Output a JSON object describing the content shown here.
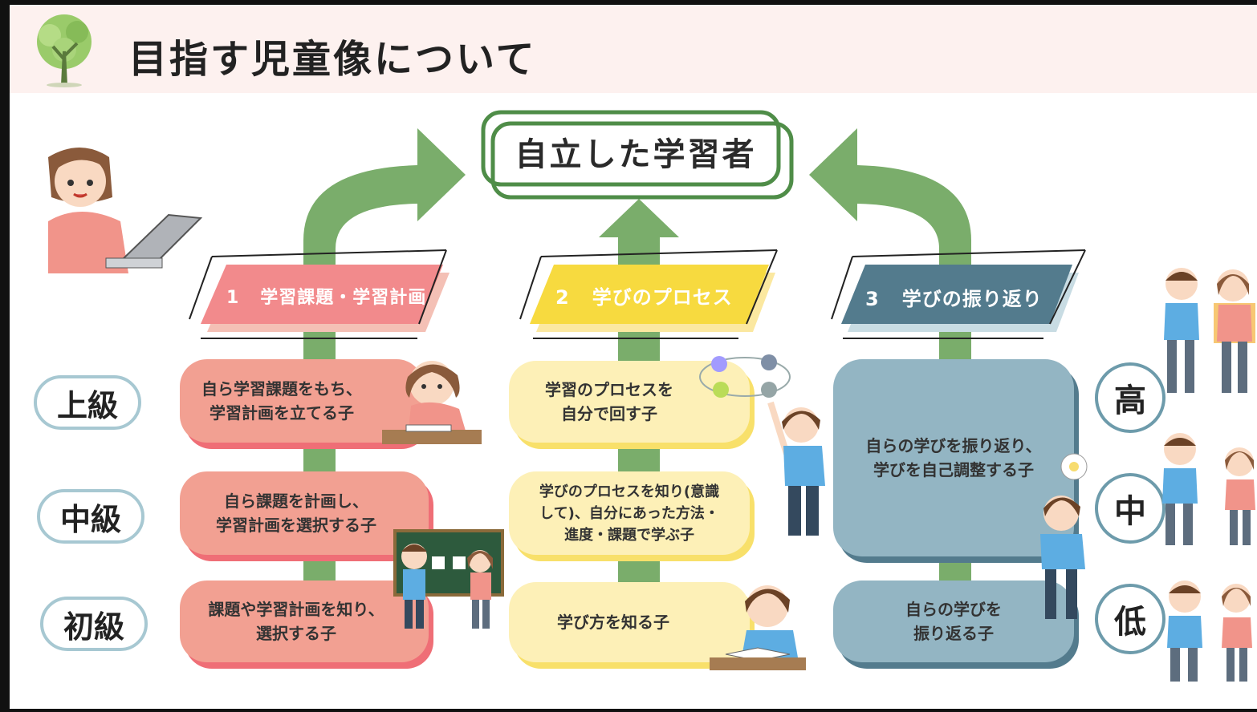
{
  "header": {
    "title": "目指す児童像について"
  },
  "goal": {
    "label": "自立した学習者"
  },
  "pillars": [
    {
      "number": "1",
      "title": "学習課題・学習計画"
    },
    {
      "number": "2",
      "title": "学びのプロセス"
    },
    {
      "number": "3",
      "title": "学びの振り返り"
    }
  ],
  "levels": [
    "上級",
    "中級",
    "初級"
  ],
  "grades": [
    "高",
    "中",
    "低"
  ],
  "cards": {
    "planning": {
      "advanced": "自ら学習課題をもち、\n学習計画を立てる子",
      "intermediate": "自ら課題を計画し、\n学習計画を選択する子",
      "beginner": "課題や学習計画を知り、\n選択する子"
    },
    "process": {
      "advanced": "学習のプロセスを\n自分で回す子",
      "intermediate": "学びのプロセスを知り(意識\nして)、自分にあった方法・\n進度・課題で学ぶ子",
      "beginner": "学び方を知る子"
    },
    "reflection": {
      "upper": "自らの学びを振り返り、\n学びを自己調整する子",
      "beginner": "自らの学びを\n振り返る子"
    }
  },
  "colors": {
    "arrow_green": "#7aad6b",
    "pink": "#f2a092",
    "pink_dark": "#ef6e76",
    "yellow": "#fdf0b7",
    "yellow_dark": "#f8e06a",
    "blue": "#93b5c3",
    "blue_dark": "#537b8d",
    "goal_green": "#4f8d48"
  }
}
